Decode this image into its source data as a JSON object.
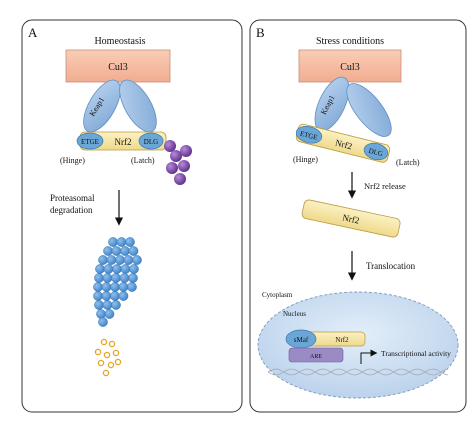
{
  "panel_a": {
    "letter": "A",
    "title": "Homeostasis",
    "cul3": "Cul3",
    "keap1": "Keap1",
    "etge": "ETGE",
    "nrf2": "Nrf2",
    "dlg": "DLG",
    "hinge": "(Hinge)",
    "latch": "(Latch)",
    "proteasomal": "Proteasomal",
    "degradation": "degradation"
  },
  "panel_b": {
    "letter": "B",
    "title": "Stress conditions",
    "cul3": "Cul3",
    "keap1": "Keap1",
    "etge": "ETGE",
    "nrf2": "Nrf2",
    "dlg": "DLG",
    "hinge": "(Hinge)",
    "latch": "(Latch)",
    "release": "Nrf2 release",
    "nrf2_free": "Nrf2",
    "translocation": "Translocation",
    "cytoplasm": "Cytoplasm",
    "nucleus": "Nucleus",
    "smaf": "sMaf",
    "nrf2_nuc": "Nrf2",
    "are": "ARE",
    "transcription": "Transcriptional activity"
  },
  "colors": {
    "cul3": "#f6bfa6",
    "keap1": "#9dbde0",
    "nrf2": "#f5e7a5",
    "domain": "#6aa6d6",
    "ubiquitin": "#7a45a8",
    "proteasome": "#5b9bd8",
    "peptide": "#f2b534",
    "nucleus": "#cfe0f2",
    "are": "#9b8bc4"
  }
}
